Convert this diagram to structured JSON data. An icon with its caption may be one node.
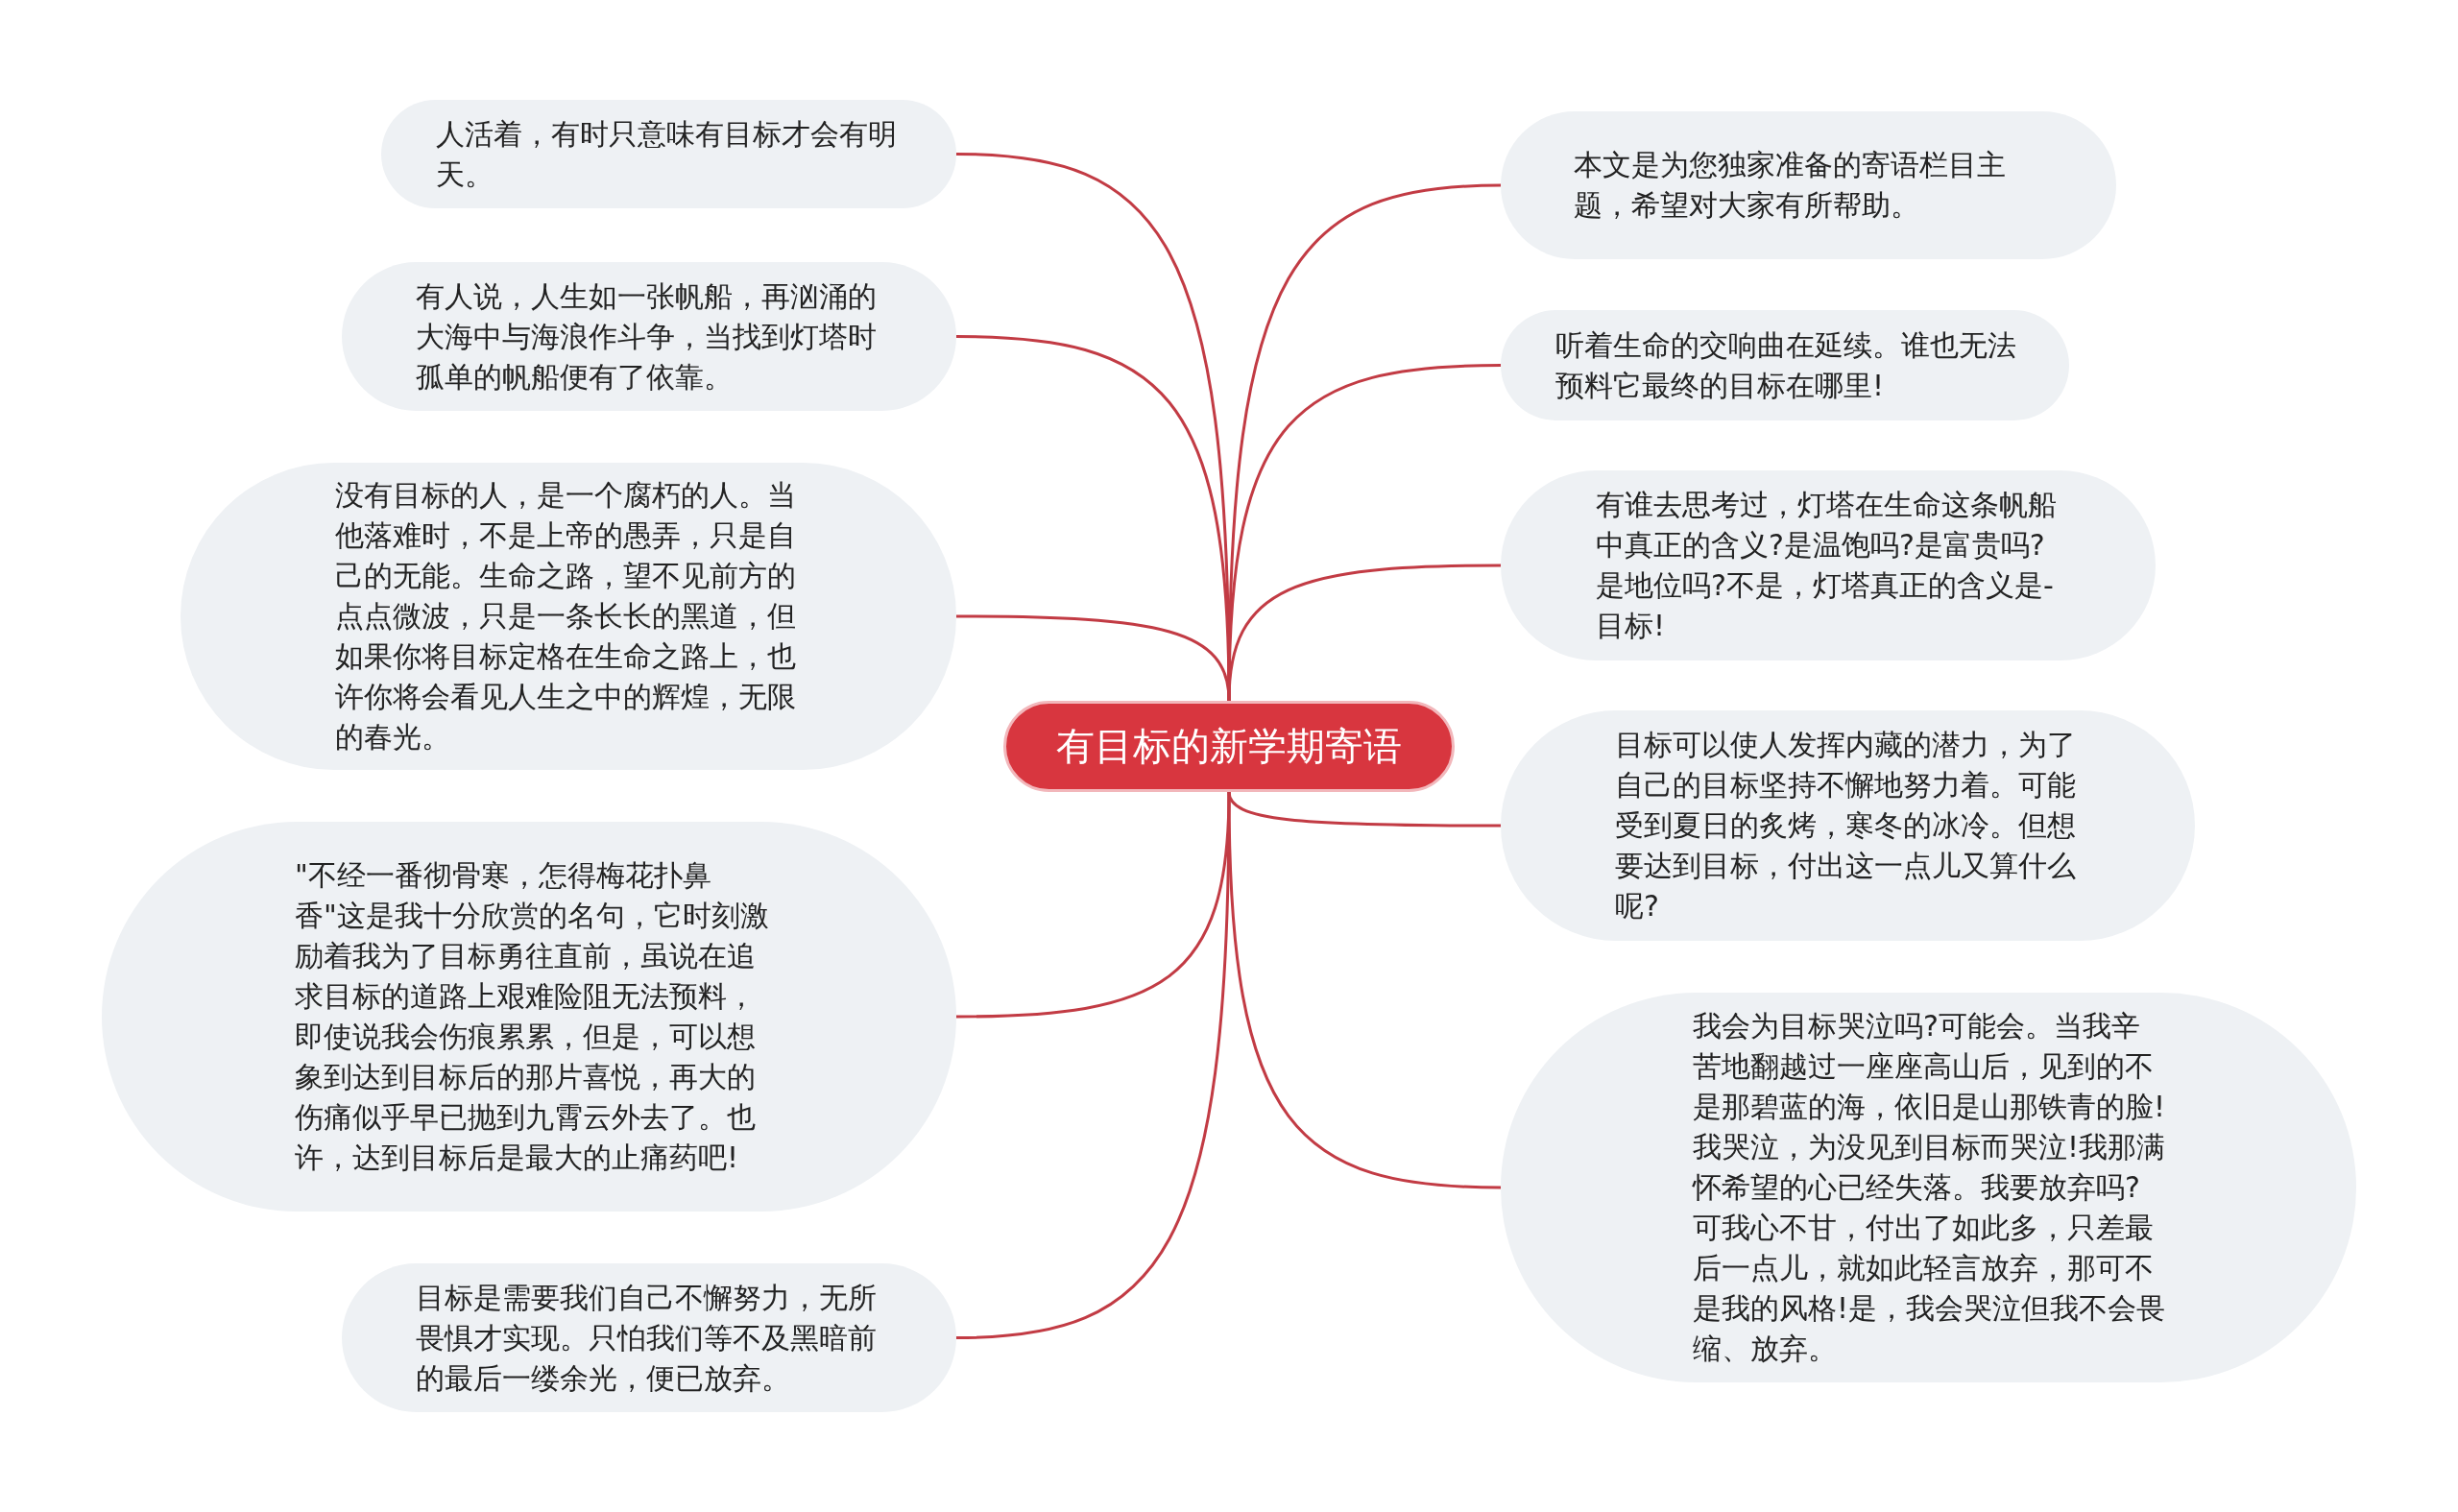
{
  "diagram": {
    "nodes": [
      {
        "text": [
          "有目标的新学期寄语"
        ]
      },
      {
        "text": [
          "人活着，有时只意味有目标才会有明天。"
        ]
      },
      {
        "text": [
          "有人说，人生如一张帆船，再汹涌的大海中与海浪作斗争，当找到灯塔时孤单的帆船便有了依靠。"
        ]
      },
      {
        "text": [
          "没有目标的人，是一个腐朽的人。当他落难时，不是上帝的愚弄，只是自己的无能。生命之路，望不见前方的点点微波，只是一条长长的黑道，但如果你将目标定格在生命之路上，也许你将会看见人生之中的辉煌，无限的春光。"
        ]
      },
      {
        "text": [
          "\"不经一番彻骨寒，怎得梅花扑鼻香\"这是我十分欣赏的名句，它时刻激励着我为了目标勇往直前，虽说在追求目标的道路上艰难险阻无法预料，即使说我会伤痕累累，但是，可以想象到达到目标后的那片喜悦，再大的伤痛似乎早已抛到九霄云外去了。也许，达到目标后是最大的止痛药吧!"
        ]
      },
      {
        "text": [
          "目标是需要我们自己不懈努力，无所畏惧才实现。只怕我们等不及黑暗前的最后一缕余光，便已放弃。"
        ]
      },
      {
        "text": [
          "本文是为您独家准备的寄语栏目主题，希望对大家有所帮助。"
        ]
      },
      {
        "text": [
          "听着生命的交响曲在延续。谁也无法预料它最终的目标在哪里!"
        ]
      },
      {
        "text": [
          "有谁去思考过，灯塔在生命这条帆船中真正的含义?是温饱吗?是富贵吗?是地位吗?不是，灯塔真正的含义是-目标!"
        ]
      },
      {
        "text": [
          "目标可以使人发挥内藏的潜力，为了自己的目标坚持不懈地努力着。可能受到夏日的炙烤，寒冬的冰冷。但想要达到目标，付出这一点儿又算什么呢?"
        ]
      },
      {
        "text": [
          "我会为目标哭泣吗?可能会。当我辛苦地翻越过一座座高山后，见到的不是那碧蓝的海，依旧是山那铁青的脸!我哭泣，为没见到目标而哭泣!我那满怀希望的心已经失落。我要放弃吗?可我心不甘，付出了如此多，只差最后一点儿，就如此轻言放弃，那可不是我的风格!是，我会哭泣但我不会畏缩、放弃。"
        ]
      }
    ],
    "edges": [
      {
        "from": 0,
        "to": 1,
        "arrow": "none"
      },
      {
        "from": 0,
        "to": 2,
        "arrow": "none"
      },
      {
        "from": 0,
        "to": 3,
        "arrow": "none"
      },
      {
        "from": 0,
        "to": 4,
        "arrow": "none"
      },
      {
        "from": 0,
        "to": 5,
        "arrow": "none"
      },
      {
        "from": 0,
        "to": 6,
        "arrow": "none"
      },
      {
        "from": 0,
        "to": 7,
        "arrow": "none"
      },
      {
        "from": 0,
        "to": 8,
        "arrow": "none"
      },
      {
        "from": 0,
        "to": 9,
        "arrow": "none"
      },
      {
        "from": 0,
        "to": 10,
        "arrow": "none"
      }
    ]
  }
}
